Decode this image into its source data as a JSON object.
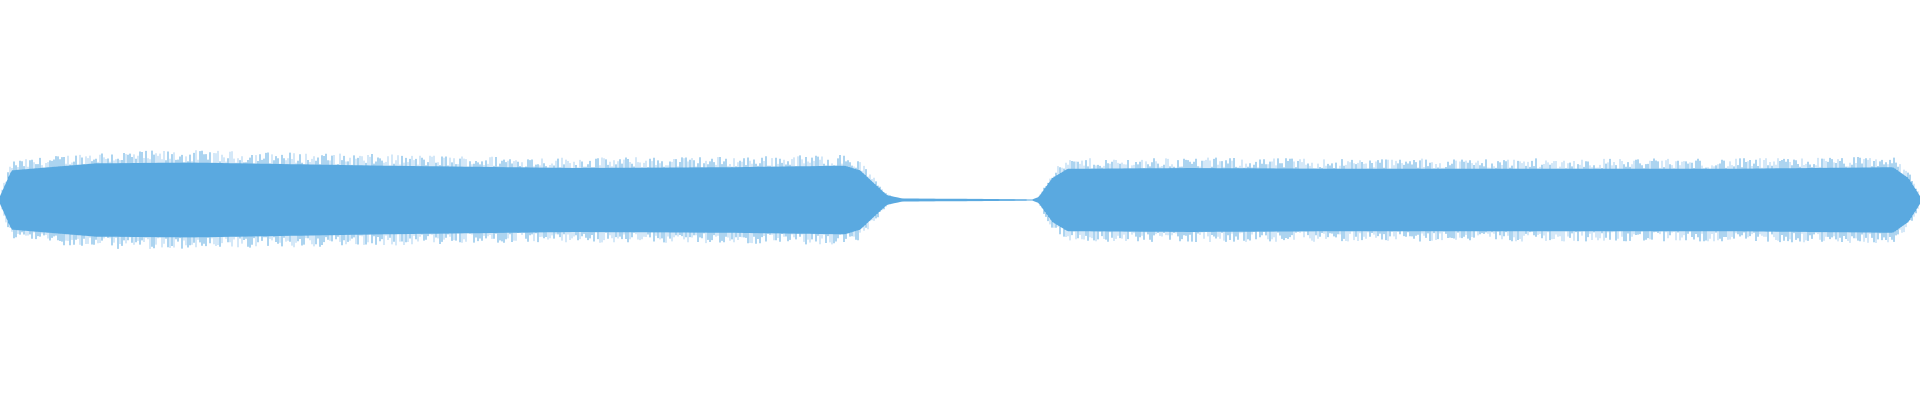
{
  "waveform": {
    "colors": {
      "background": "#ffffff",
      "fill": "#5aa9e0",
      "light": "#a9d0f0"
    },
    "duration_fraction_scale": 1.0,
    "envelope": {
      "description_points": [
        {
          "t": 0.0,
          "amp": 0.05
        },
        {
          "t": 0.006,
          "amp": 0.38
        },
        {
          "t": 0.05,
          "amp": 0.47
        },
        {
          "t": 0.1,
          "amp": 0.48
        },
        {
          "t": 0.2,
          "amp": 0.44
        },
        {
          "t": 0.3,
          "amp": 0.41
        },
        {
          "t": 0.38,
          "amp": 0.42
        },
        {
          "t": 0.44,
          "amp": 0.44
        },
        {
          "t": 0.448,
          "amp": 0.38
        },
        {
          "t": 0.455,
          "amp": 0.22
        },
        {
          "t": 0.462,
          "amp": 0.06
        },
        {
          "t": 0.47,
          "amp": 0.02
        },
        {
          "t": 0.534,
          "amp": 0.01
        },
        {
          "t": 0.537,
          "amp": 0.0
        },
        {
          "t": 0.541,
          "amp": 0.04
        },
        {
          "t": 0.548,
          "amp": 0.28
        },
        {
          "t": 0.556,
          "amp": 0.4
        },
        {
          "t": 0.62,
          "amp": 0.41
        },
        {
          "t": 0.7,
          "amp": 0.4
        },
        {
          "t": 0.8,
          "amp": 0.4
        },
        {
          "t": 0.9,
          "amp": 0.4
        },
        {
          "t": 0.986,
          "amp": 0.42
        },
        {
          "t": 0.994,
          "amp": 0.28
        },
        {
          "t": 1.0,
          "amp": 0.05
        }
      ]
    },
    "segments": [
      {
        "start": 0.0,
        "end": 0.463,
        "label": ""
      },
      {
        "start": 0.463,
        "end": 0.541,
        "label": ""
      },
      {
        "start": 0.541,
        "end": 1.0,
        "label": ""
      }
    ]
  }
}
